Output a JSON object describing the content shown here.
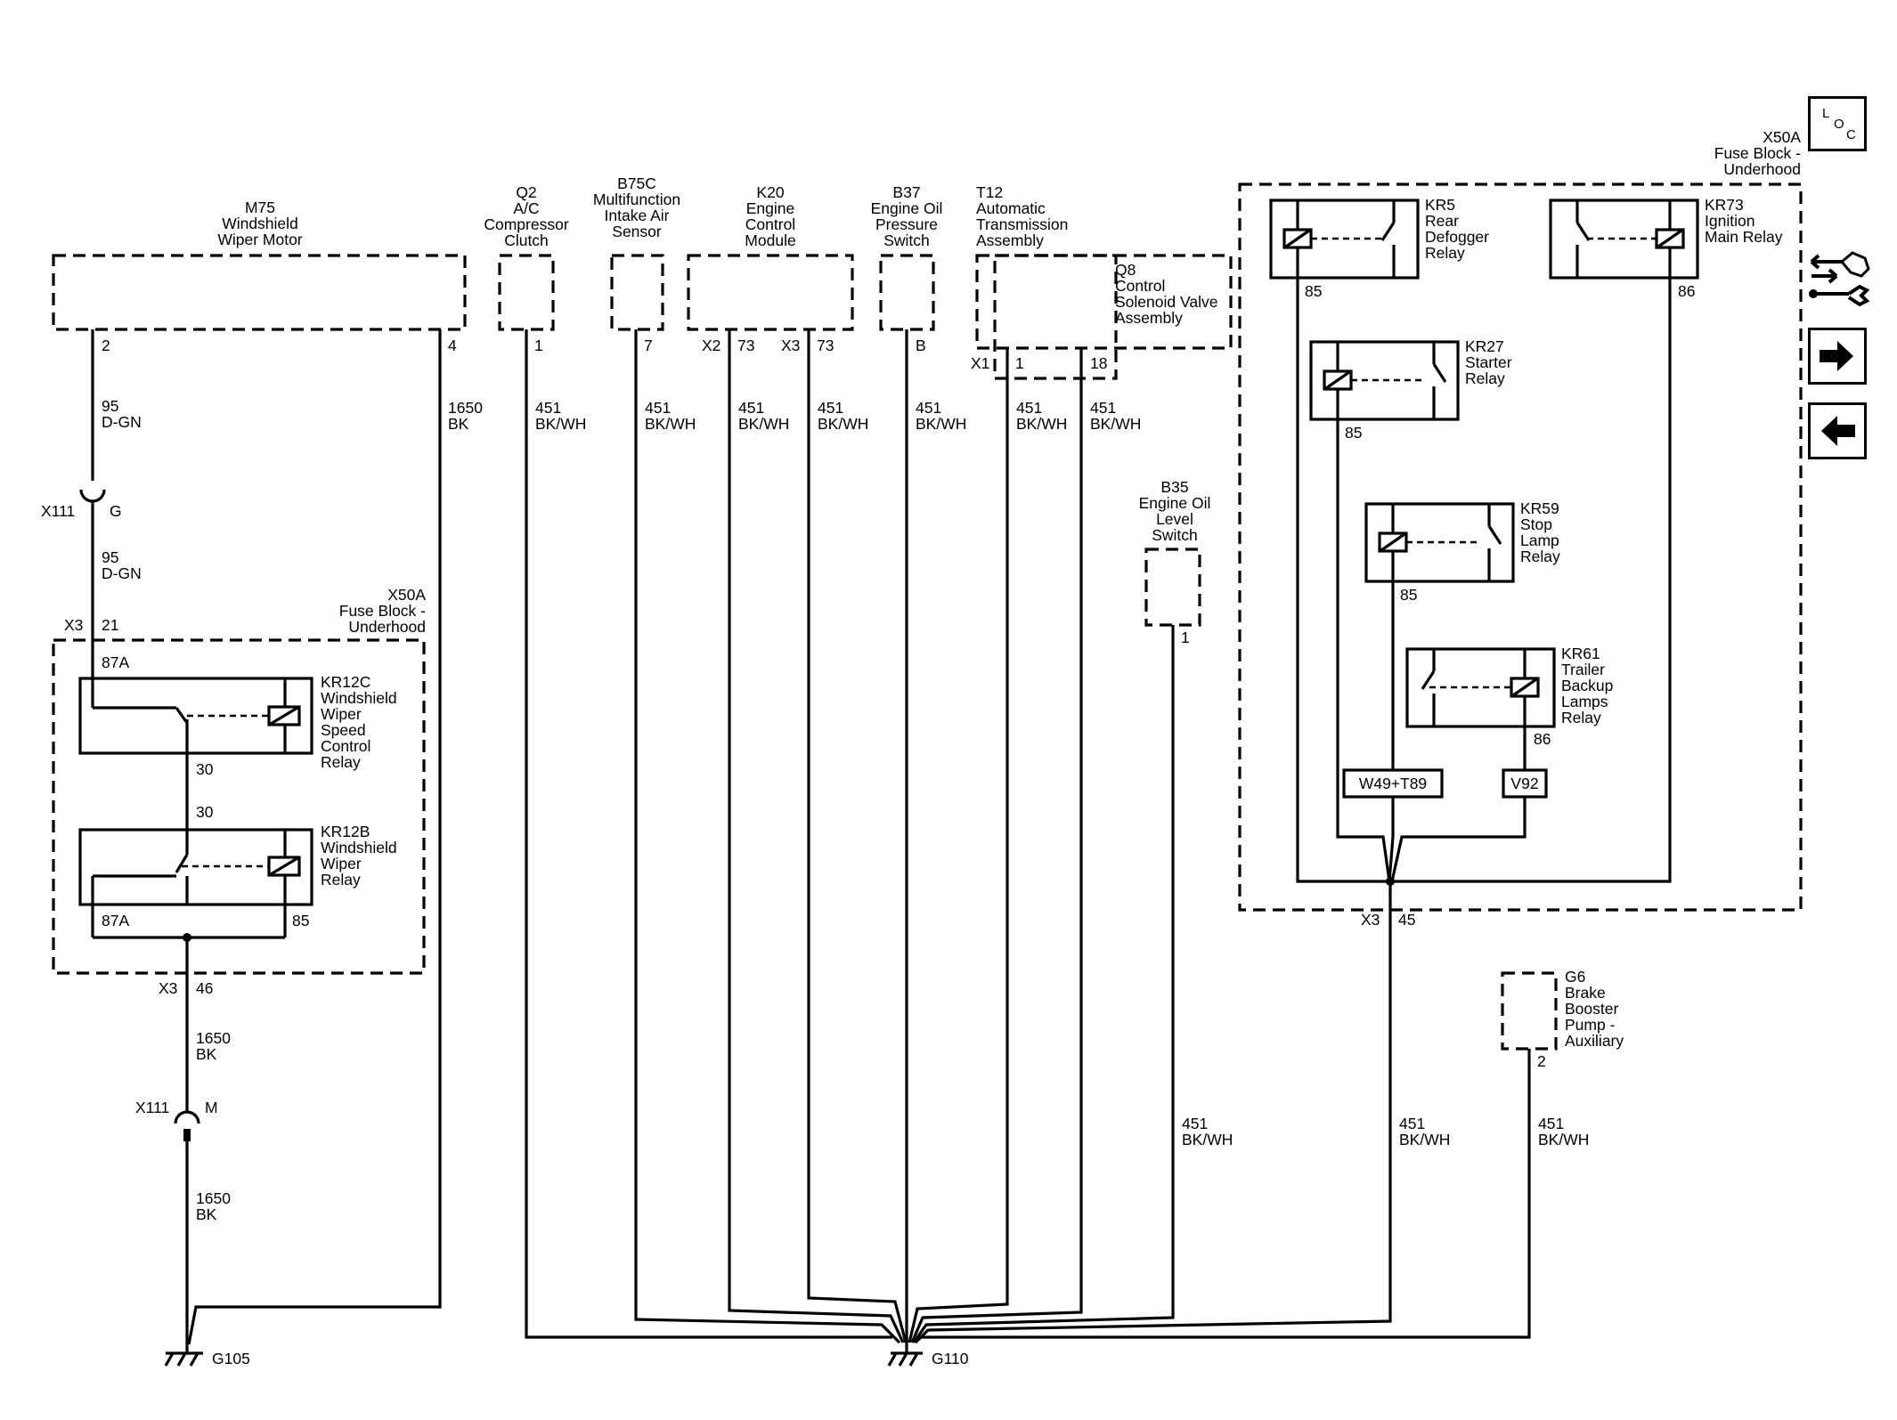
{
  "components": {
    "m75": {
      "ref": "M75",
      "l1": "Windshield",
      "l2": "Wiper Motor"
    },
    "q2": {
      "ref": "Q2",
      "l1": "A/C",
      "l2": "Compressor",
      "l3": "Clutch"
    },
    "b75c": {
      "ref": "B75C",
      "l1": "Multifunction",
      "l2": "Intake Air",
      "l3": "Sensor"
    },
    "k20": {
      "ref": "K20",
      "l1": "Engine",
      "l2": "Control",
      "l3": "Module"
    },
    "b37": {
      "ref": "B37",
      "l1": "Engine Oil",
      "l2": "Pressure",
      "l3": "Switch"
    },
    "t12": {
      "ref": "T12",
      "l1": "Automatic",
      "l2": "Transmission",
      "l3": "Assembly"
    },
    "q8": {
      "ref": "Q8",
      "l1": "Control",
      "l2": "Solenoid Valve",
      "l3": "Assembly"
    },
    "b35": {
      "ref": "B35",
      "l1": "Engine Oil",
      "l2": "Level",
      "l3": "Switch"
    },
    "g6": {
      "ref": "G6",
      "l1": "Brake",
      "l2": "Booster",
      "l3": "Pump -",
      "l4": "Auxiliary"
    },
    "x50a_left": {
      "ref": "X50A",
      "l1": "Fuse Block -",
      "l2": "Underhood"
    },
    "x50a_right": {
      "ref": "X50A",
      "l1": "Fuse Block -",
      "l2": "Underhood"
    }
  },
  "relays": {
    "kr12c": {
      "ref": "KR12C",
      "l1": "Windshield",
      "l2": "Wiper",
      "l3": "Speed",
      "l4": "Control",
      "l5": "Relay"
    },
    "kr12b": {
      "ref": "KR12B",
      "l1": "Windshield",
      "l2": "Wiper",
      "l3": "Relay"
    },
    "kr5": {
      "ref": "KR5",
      "l1": "Rear",
      "l2": "Defogger",
      "l3": "Relay"
    },
    "kr73": {
      "ref": "KR73",
      "l1": "Ignition",
      "l2": "Main Relay"
    },
    "kr27": {
      "ref": "KR27",
      "l1": "Starter",
      "l2": "Relay"
    },
    "kr59": {
      "ref": "KR59",
      "l1": "Stop",
      "l2": "Lamp",
      "l3": "Relay"
    },
    "kr61": {
      "ref": "KR61",
      "l1": "Trailer",
      "l2": "Backup",
      "l3": "Lamps",
      "l4": "Relay"
    }
  },
  "pins": {
    "m75_2": "2",
    "m75_4": "4",
    "q2_1": "1",
    "b75c_7": "7",
    "k20_x2": "X2",
    "k20_73a": "73",
    "k20_x3": "X3",
    "k20_73b": "73",
    "b37_b": "B",
    "t12_x1": "X1",
    "t12_1": "1",
    "t12_18": "18",
    "b35_1": "1",
    "g6_2": "2",
    "x3_21_conn": "X3",
    "x3_21_pin": "21",
    "kr12c_87a": "87A",
    "kr12c_30": "30",
    "kr12b_30": "30",
    "kr12b_87a": "87A",
    "kr12b_85": "85",
    "x3_46_conn": "X3",
    "x3_46_pin": "46",
    "kr5_85": "85",
    "kr73_86": "86",
    "kr27_85": "85",
    "kr59_85": "85",
    "kr61_86": "86",
    "x3_45_conn": "X3",
    "x3_45_pin": "45"
  },
  "inline_connectors": {
    "x111_g": {
      "conn": "X111",
      "pin": "G"
    },
    "x111_m": {
      "conn": "X111",
      "pin": "M"
    }
  },
  "wires": {
    "w_95a": {
      "circuit": "95",
      "color": "D-GN"
    },
    "w_95b": {
      "circuit": "95",
      "color": "D-GN"
    },
    "w_1650_m75": {
      "circuit": "1650",
      "color": "BK"
    },
    "w_1650_a": {
      "circuit": "1650",
      "color": "BK"
    },
    "w_1650_b": {
      "circuit": "1650",
      "color": "BK"
    },
    "w_q2": {
      "circuit": "451",
      "color": "BK/WH"
    },
    "w_b75c": {
      "circuit": "451",
      "color": "BK/WH"
    },
    "w_k20a": {
      "circuit": "451",
      "color": "BK/WH"
    },
    "w_k20b": {
      "circuit": "451",
      "color": "BK/WH"
    },
    "w_b37": {
      "circuit": "451",
      "color": "BK/WH"
    },
    "w_t12a": {
      "circuit": "451",
      "color": "BK/WH"
    },
    "w_t12b": {
      "circuit": "451",
      "color": "BK/WH"
    },
    "w_b35": {
      "circuit": "451",
      "color": "BK/WH"
    },
    "w_x3_45": {
      "circuit": "451",
      "color": "BK/WH"
    },
    "w_g6": {
      "circuit": "451",
      "color": "BK/WH"
    }
  },
  "references": {
    "w49": "W49+T89",
    "v92": "V92"
  },
  "grounds": {
    "g105": "G105",
    "g110": "G110"
  },
  "loc_button": {
    "l": "L",
    "o": "O",
    "c": "C"
  },
  "nav_icons": [
    "drivetrain-wrench-icon",
    "arrow-right-icon",
    "arrow-left-icon"
  ]
}
